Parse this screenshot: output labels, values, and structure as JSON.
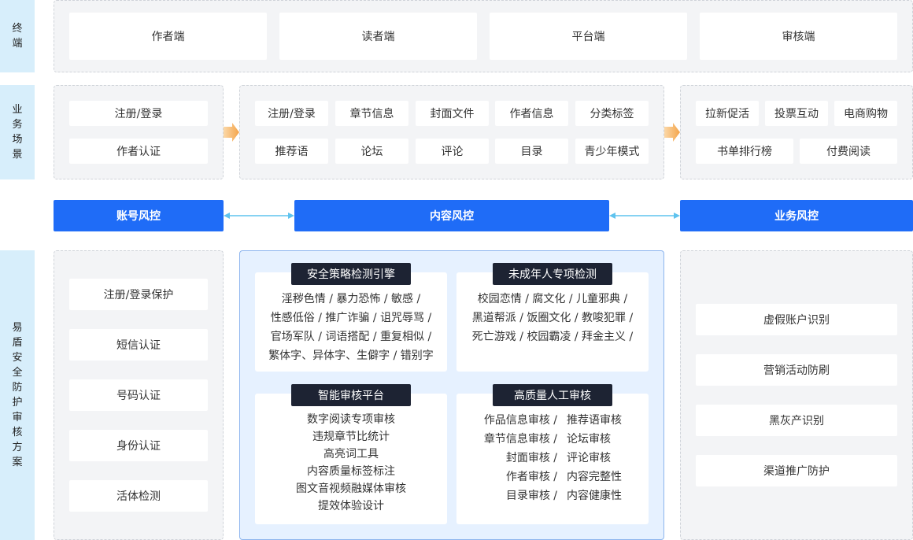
{
  "lanes": {
    "terminal": "终端",
    "scenario": "业务场景",
    "solution": "易盾安全防护审核方案"
  },
  "terminals": [
    "作者端",
    "读者端",
    "平台端",
    "审核端"
  ],
  "scenarios": {
    "author": [
      "注册/登录",
      "作者认证"
    ],
    "content": [
      "注册/登录",
      "章节信息",
      "封面文件",
      "作者信息",
      "分类标签",
      "推荐语",
      "论坛",
      "评论",
      "目录",
      "青少年模式"
    ],
    "business": [
      "拉新促活",
      "投票互动",
      "电商购物",
      "书单排行榜",
      "付费阅读"
    ]
  },
  "risk_bars": [
    "账号风控",
    "内容风控",
    "业务风控"
  ],
  "account_items": [
    "注册/登录保护",
    "短信认证",
    "号码认证",
    "身份认证",
    "活体检测"
  ],
  "business_items": [
    "虚假账户识别",
    "营销活动防刷",
    "黑灰产识别",
    "渠道推广防护"
  ],
  "content_cards": {
    "strategy": {
      "title": "安全策略检测引擎",
      "lines": [
        "淫秽色情 / 暴力恐怖 / 敏感 /",
        "性感低俗 / 推广诈骗 / 诅咒辱骂 /",
        "官场军队 / 词语搭配 / 重复相似 /",
        "繁体字、异体字、生僻字 / 错别字"
      ]
    },
    "minor": {
      "title": "未成年人专项检测",
      "lines": [
        "校园恋情 / 腐文化 / 儿童邪典 /",
        "黑道帮派 / 饭圈文化 / 教唆犯罪 /",
        "死亡游戏 / 校园霸凌 / 拜金主义 /"
      ]
    },
    "smart": {
      "title": "智能审核平台",
      "lines": [
        "数字阅读专项审核",
        "违规章节比统计",
        "高亮词工具",
        "内容质量标签标注",
        "图文音视频融媒体审核",
        "提效体验设计"
      ]
    },
    "manual": {
      "title": "高质量人工审核",
      "rows": [
        [
          "作品信息审核 /",
          "推荐语审核"
        ],
        [
          "章节信息审核 /",
          "论坛审核"
        ],
        [
          "封面审核 /",
          "评论审核"
        ],
        [
          "作者审核 /",
          "内容完整性"
        ],
        [
          "目录审核 /",
          "内容健康性"
        ]
      ]
    }
  },
  "colors": {
    "lane": "#d7eefb",
    "panel": "#f3f4f6",
    "bar": "#1f6cf7",
    "tag": "#1d2333",
    "arrow": "#f4a44a",
    "link": "#5fc3ee",
    "content_panel": "#e6f1ff"
  }
}
